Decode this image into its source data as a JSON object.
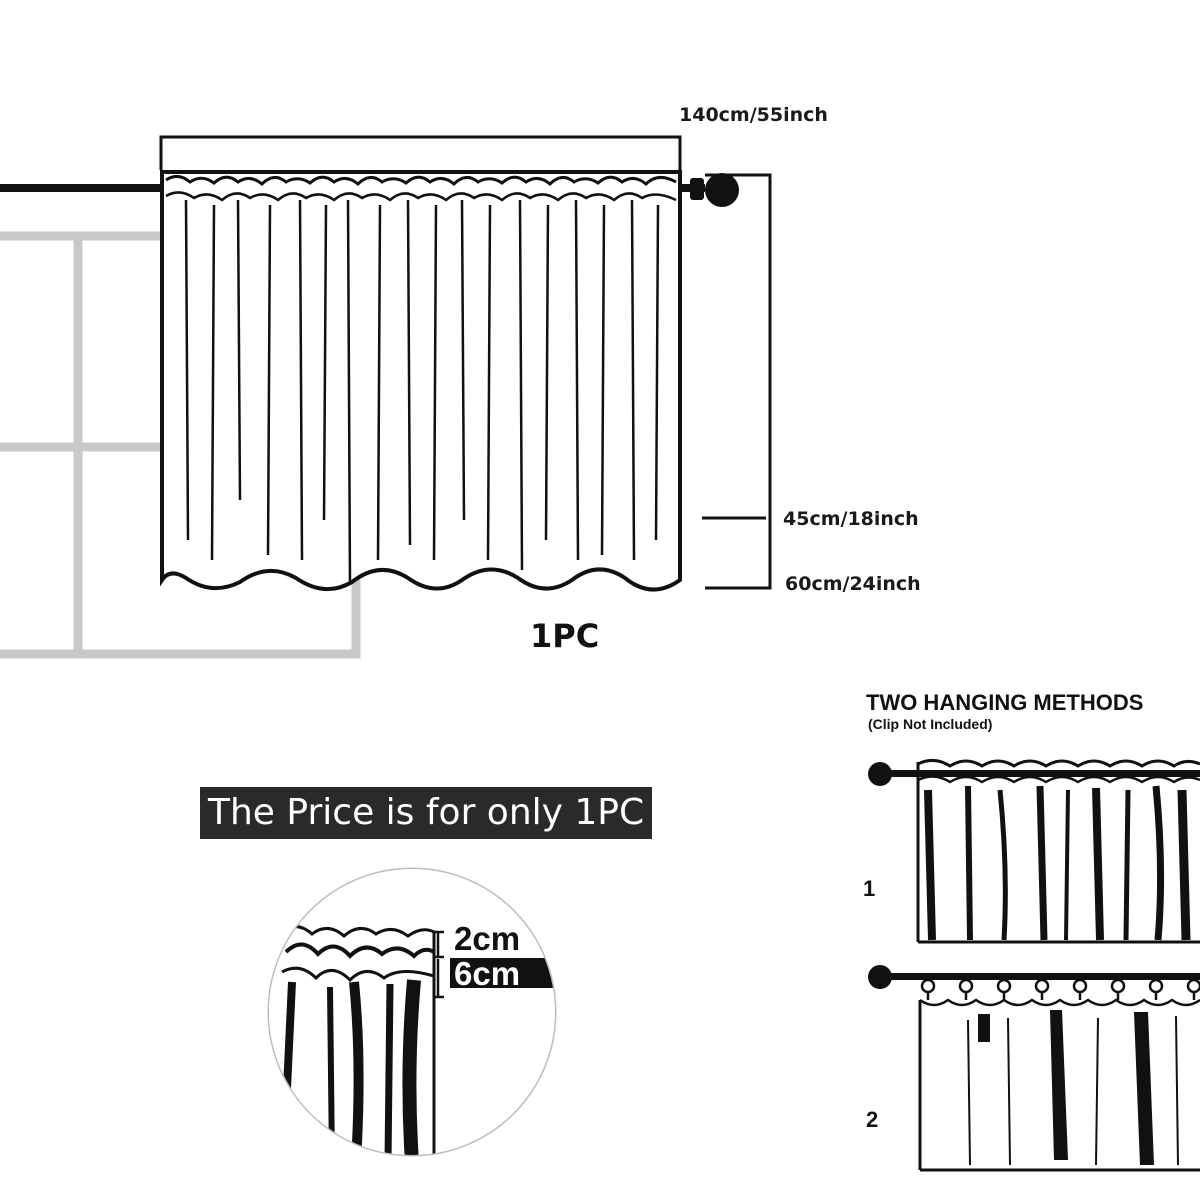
{
  "main_diagram": {
    "width_label": "140cm/55inch",
    "height_short_label": "45cm/18inch",
    "height_long_label": "60cm/24inch",
    "quantity_label": "1PC"
  },
  "price_note": "The Price is for only 1PC",
  "detail_zoom": {
    "top_label": "2cm",
    "pocket_label": "6cm"
  },
  "hanging_methods": {
    "title": "TWO HANGING METHODS",
    "subtitle": "(Clip Not Included)",
    "method_1_number": "1",
    "method_2_number": "2"
  },
  "colors": {
    "ink": "#111111",
    "window_frame": "#c8c8c8",
    "banner_bg": "#2a2a2a",
    "banner_text": "#ffffff"
  },
  "icons": {
    "rod_finial": "ball-finial-icon",
    "clip_ring": "clip-ring-icon"
  }
}
